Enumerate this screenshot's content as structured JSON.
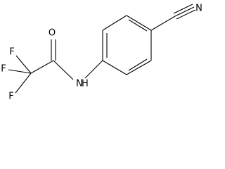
{
  "molecule": {
    "atoms": {
      "o": "O",
      "n_amide": "N",
      "h_amide": "H",
      "n_nitrile": "N",
      "f_top": "F",
      "f_left": "F",
      "f_bottom": "F"
    }
  }
}
